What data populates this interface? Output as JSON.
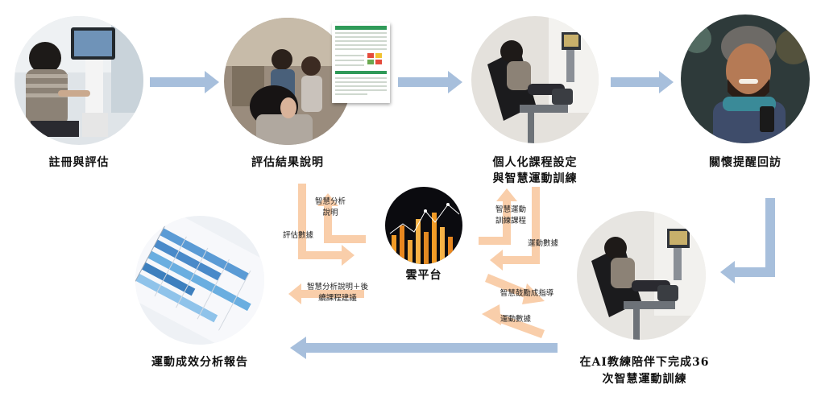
{
  "steps": {
    "register": "註冊與評估",
    "explain": "評估結果說明",
    "personal_line1": "個人化課程設定",
    "personal_line2": "與智慧運動訓練",
    "care": "關懷提醒回訪",
    "complete_line1": "在AI教練陪伴下完成36",
    "complete_line2": "次智慧運動訓練",
    "report": "運動成效分析報告",
    "cloud": "雲平台"
  },
  "flows": {
    "smart_analysis_line1": "智慧分析",
    "smart_analysis_line2": "說明",
    "assessment_data": "評估數據",
    "smart_course_line1": "智慧運動",
    "smart_course_line2": "訓練課程",
    "exercise_data_1": "運動數據",
    "smart_encourage": "智慧鼓勵成指導",
    "exercise_data_2": "運動數據",
    "analysis_suggest_line1": "智慧分析說明＋後",
    "analysis_suggest_line2": "續課程建議"
  },
  "colors": {
    "blue_arrow": "#a7bfdc",
    "orange_arrow": "#f9ceaa"
  }
}
